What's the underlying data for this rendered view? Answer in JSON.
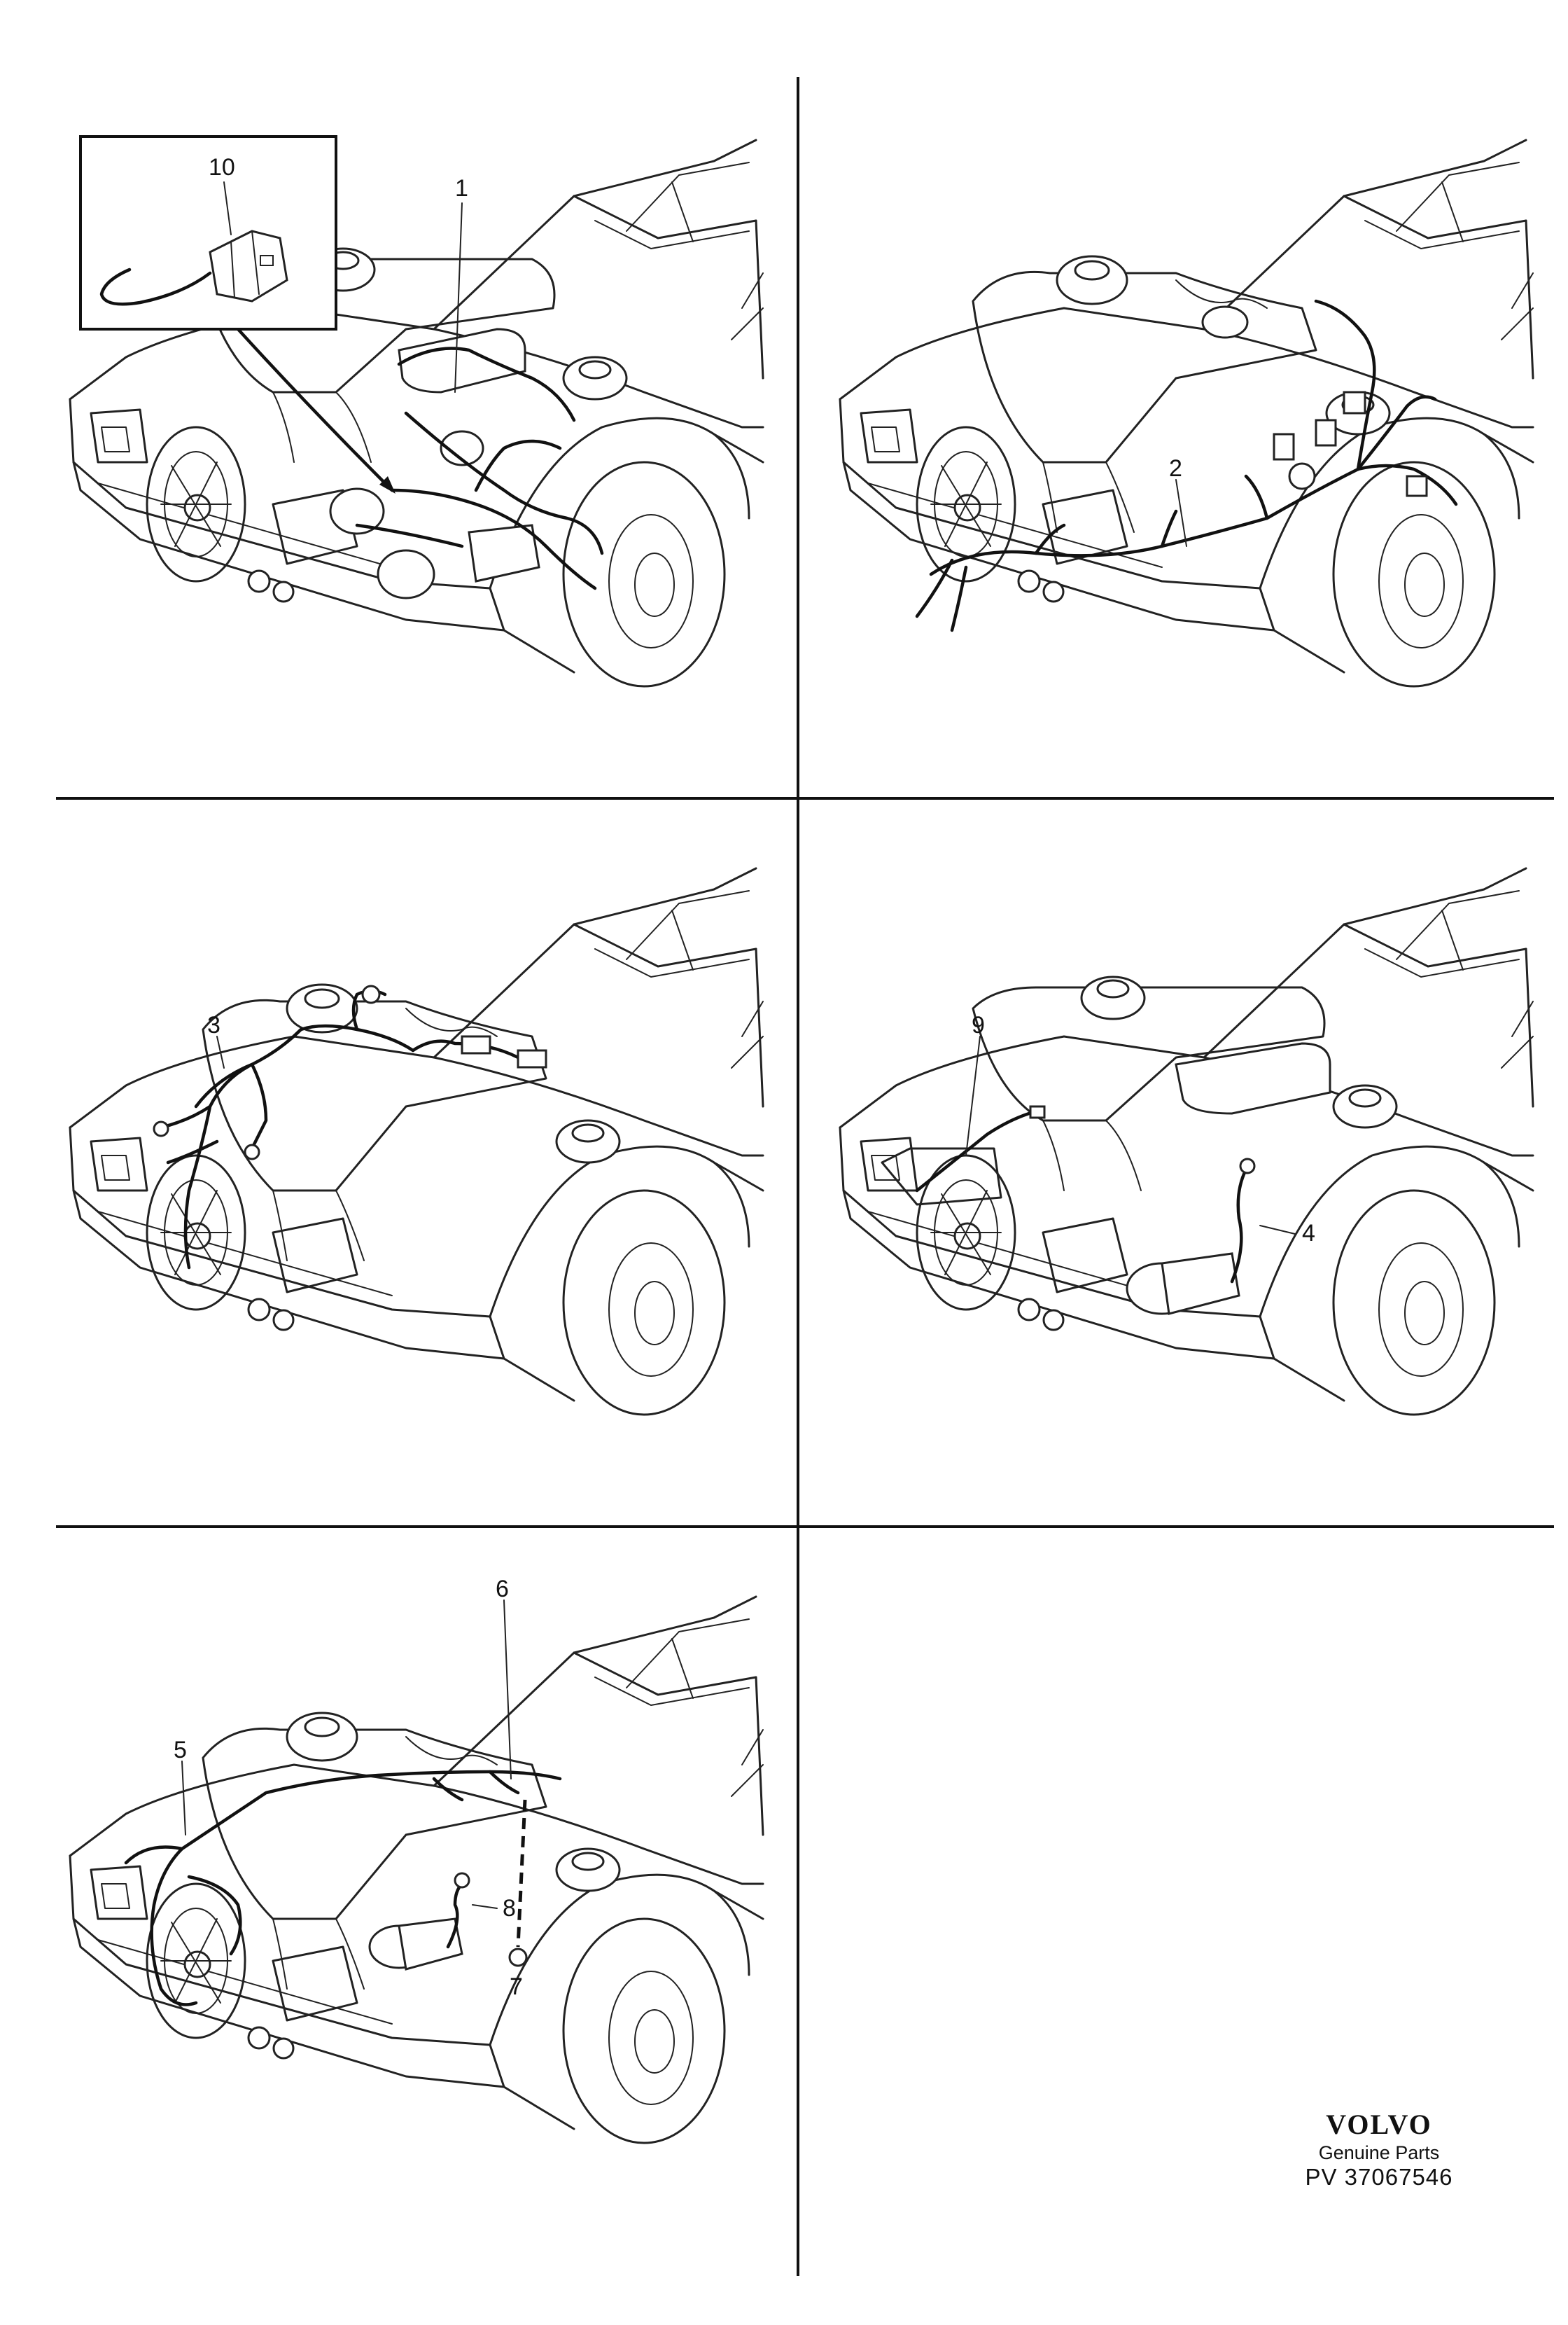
{
  "callouts": {
    "p1": "1",
    "p2": "2",
    "p3": "3",
    "p4": "4",
    "p5": "5",
    "p6": "6",
    "p7": "7",
    "p8": "8",
    "p9": "9",
    "p10": "10"
  },
  "footer": {
    "brand": "VOLVO",
    "subtitle": "Genuine Parts",
    "part_number": "PV 37067546"
  }
}
